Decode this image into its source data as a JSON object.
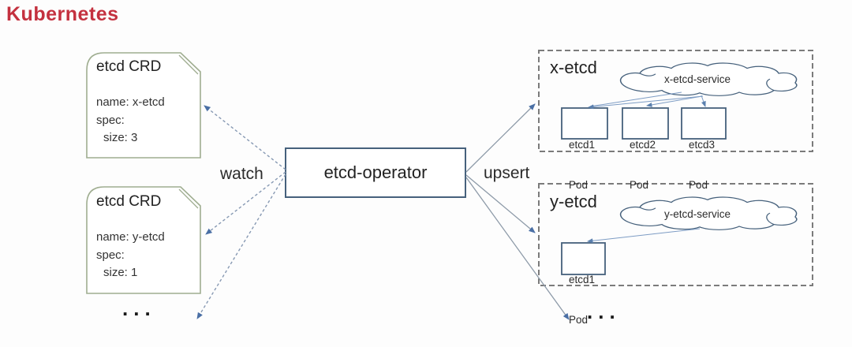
{
  "title": "Kubernetes",
  "colors": {
    "title_red": "#c4313f",
    "crd_border": "#9fad90",
    "node_border": "#46617c",
    "container_dash": "#7b7b7b",
    "arrow_head_blue": "#4a6fa5",
    "watch_dash_line": "#8799b3",
    "upsert_line": "#8d9aa8",
    "service_line": "#7d9cc4"
  },
  "crds": [
    {
      "title": "etcd CRD",
      "lines": [
        "name: x-etcd",
        "spec:",
        "size: 3"
      ]
    },
    {
      "title": "etcd CRD",
      "lines": [
        "name: y-etcd",
        "spec:",
        "size: 1"
      ]
    }
  ],
  "operator": {
    "label": "etcd-operator"
  },
  "edges": {
    "watch_label": "watch",
    "upsert_label": "upsert"
  },
  "clusters": [
    {
      "name": "x-etcd",
      "service": "x-etcd-service",
      "pods": [
        {
          "name": "etcd1",
          "kind": "Pod"
        },
        {
          "name": "etcd2",
          "kind": "Pod"
        },
        {
          "name": "etcd3",
          "kind": "Pod"
        }
      ]
    },
    {
      "name": "y-etcd",
      "service": "y-etcd-service",
      "pods": [
        {
          "name": "etcd1",
          "kind": "Pod"
        }
      ]
    }
  ],
  "ellipsis_left": "...",
  "ellipsis_right": "..."
}
